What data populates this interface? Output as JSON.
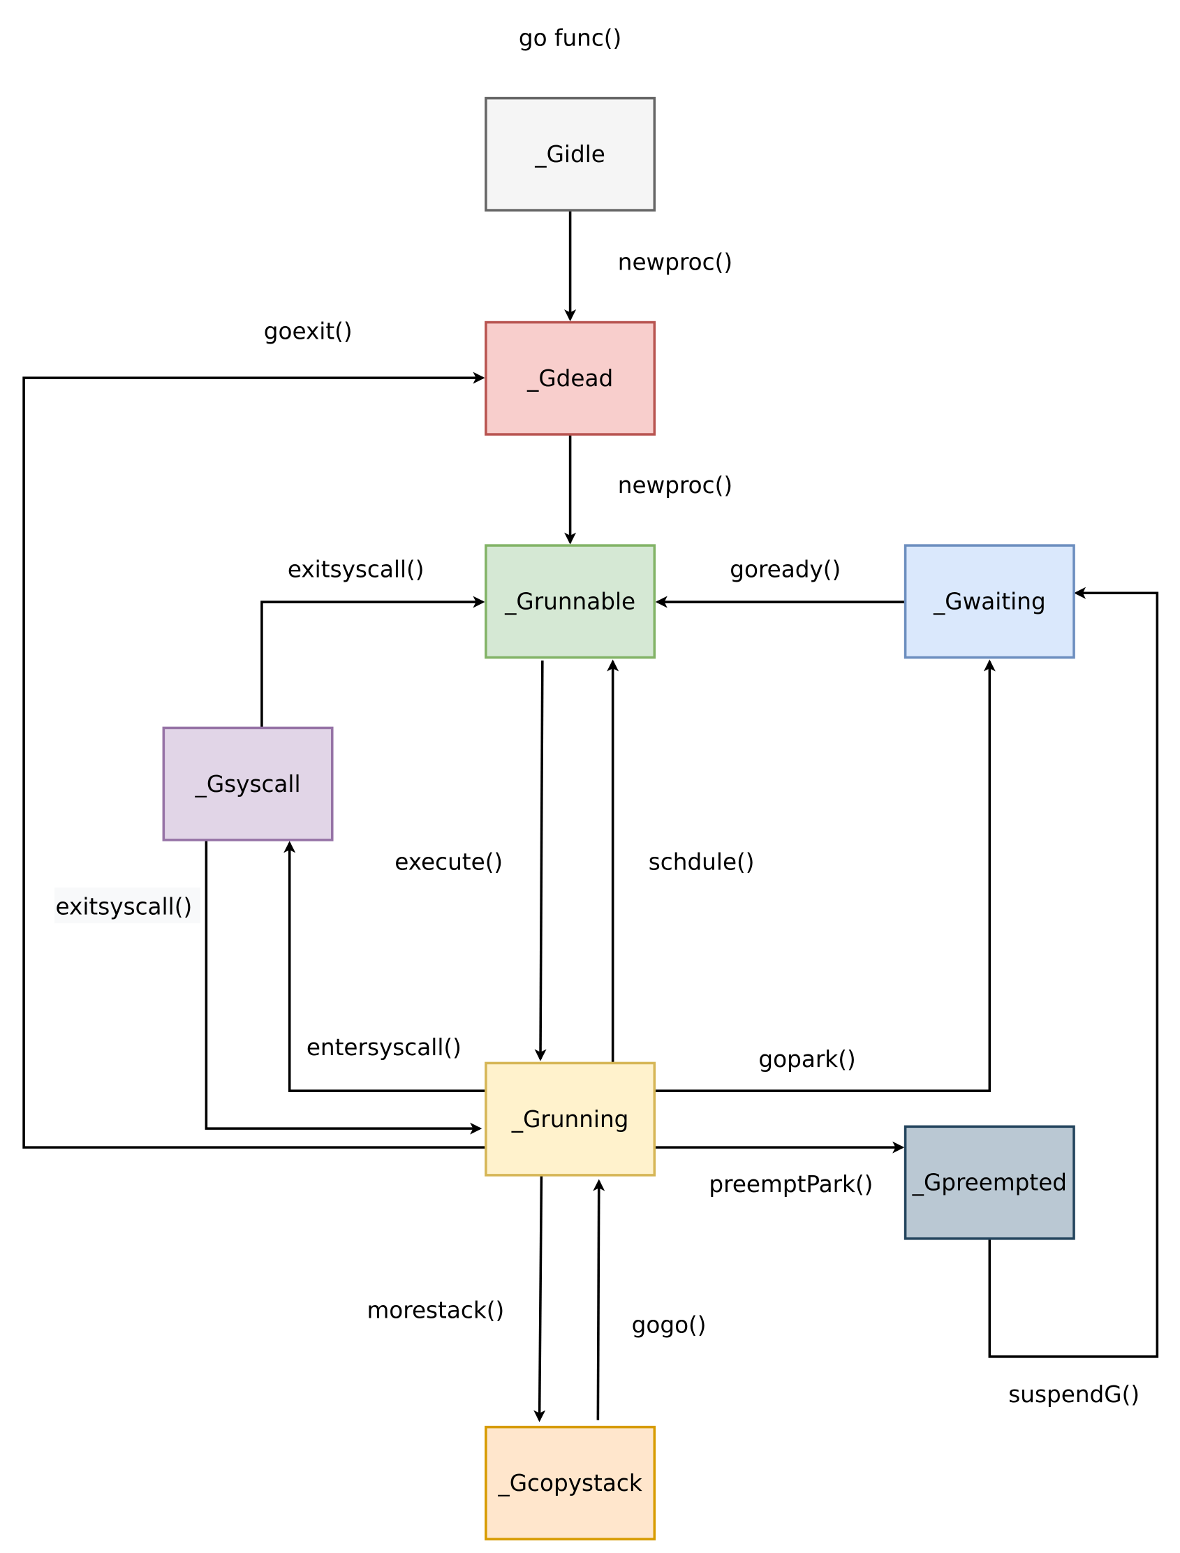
{
  "title": "go func()",
  "states": {
    "idle": {
      "label": "_Gidle",
      "fill": "#f5f5f5",
      "stroke": "#666666",
      "text": "#333333"
    },
    "dead": {
      "label": "_Gdead",
      "fill": "#f8cecc",
      "stroke": "#b85450",
      "text": "#000000"
    },
    "runnable": {
      "label": "_Grunnable",
      "fill": "#d5e8d4",
      "stroke": "#82b366",
      "text": "#000000"
    },
    "waiting": {
      "label": "_Gwaiting",
      "fill": "#dae8fc",
      "stroke": "#6c8ebf",
      "text": "#000000"
    },
    "syscall": {
      "label": "_Gsyscall",
      "fill": "#e1d5e7",
      "stroke": "#9673a6",
      "text": "#000000"
    },
    "running": {
      "label": "_Grunning",
      "fill": "#fff2cc",
      "stroke": "#d6b656",
      "text": "#000000"
    },
    "preempted": {
      "label": "_Gpreempted",
      "fill": "#bac8d3",
      "stroke": "#23445d",
      "text": "#000000"
    },
    "copystack": {
      "label": "_Gcopystack",
      "fill": "#ffe6cc",
      "stroke": "#d79b00",
      "text": "#000000"
    }
  },
  "edges": {
    "idle_dead": "newproc()",
    "dead_runnable": "newproc()",
    "running_dead": "goexit()",
    "syscall_runnable": "exitsyscall()",
    "waiting_runnable": "goready()",
    "runnable_running": "execute()",
    "running_runnable": "schdule()",
    "syscall_running": "exitsyscall()",
    "running_syscall": "entersyscall()",
    "running_waiting": "gopark()",
    "running_preempted": "preemptPark()",
    "running_copystack": "morestack()",
    "copystack_running": "gogo()",
    "preempted_waiting": "suspendG()"
  }
}
